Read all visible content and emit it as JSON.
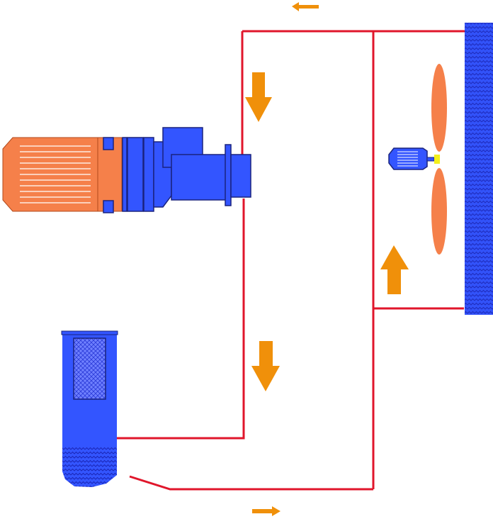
{
  "diagram": {
    "kind": "hydraulic-cooling-circuit",
    "colors": {
      "background": "#ffffff",
      "pipe": "#e0162b",
      "flow_arrow": "#f0900a",
      "motor_body": "#f5804a",
      "motor_stripe": "#ffffff",
      "pump_blue": "#3355ff",
      "dark_outline": "#1a237e",
      "tank_wave": "#2233cc",
      "filter_mesh": "#7f8fff",
      "fan_blade": "#f5804a",
      "fan_shaft": "#f3ef1c",
      "cooler_panel": "#2f43d6"
    },
    "components": [
      {
        "name": "electric-motor",
        "icon": "motor-icon"
      },
      {
        "name": "gear-pump",
        "icon": "pump-icon"
      },
      {
        "name": "oil-tank-with-filter",
        "icon": "tank-icon"
      },
      {
        "name": "fan-motor",
        "icon": "fan-motor-icon"
      },
      {
        "name": "fan",
        "icon": "fan-icon"
      },
      {
        "name": "cooler-panel",
        "icon": "cooler-icon"
      }
    ],
    "flow_arrows": [
      {
        "name": "return-top",
        "direction": "left"
      },
      {
        "name": "pressure-down-upper",
        "direction": "down"
      },
      {
        "name": "pressure-down-lower",
        "direction": "down"
      },
      {
        "name": "air-up",
        "direction": "up"
      },
      {
        "name": "suction-bottom",
        "direction": "right"
      }
    ]
  }
}
